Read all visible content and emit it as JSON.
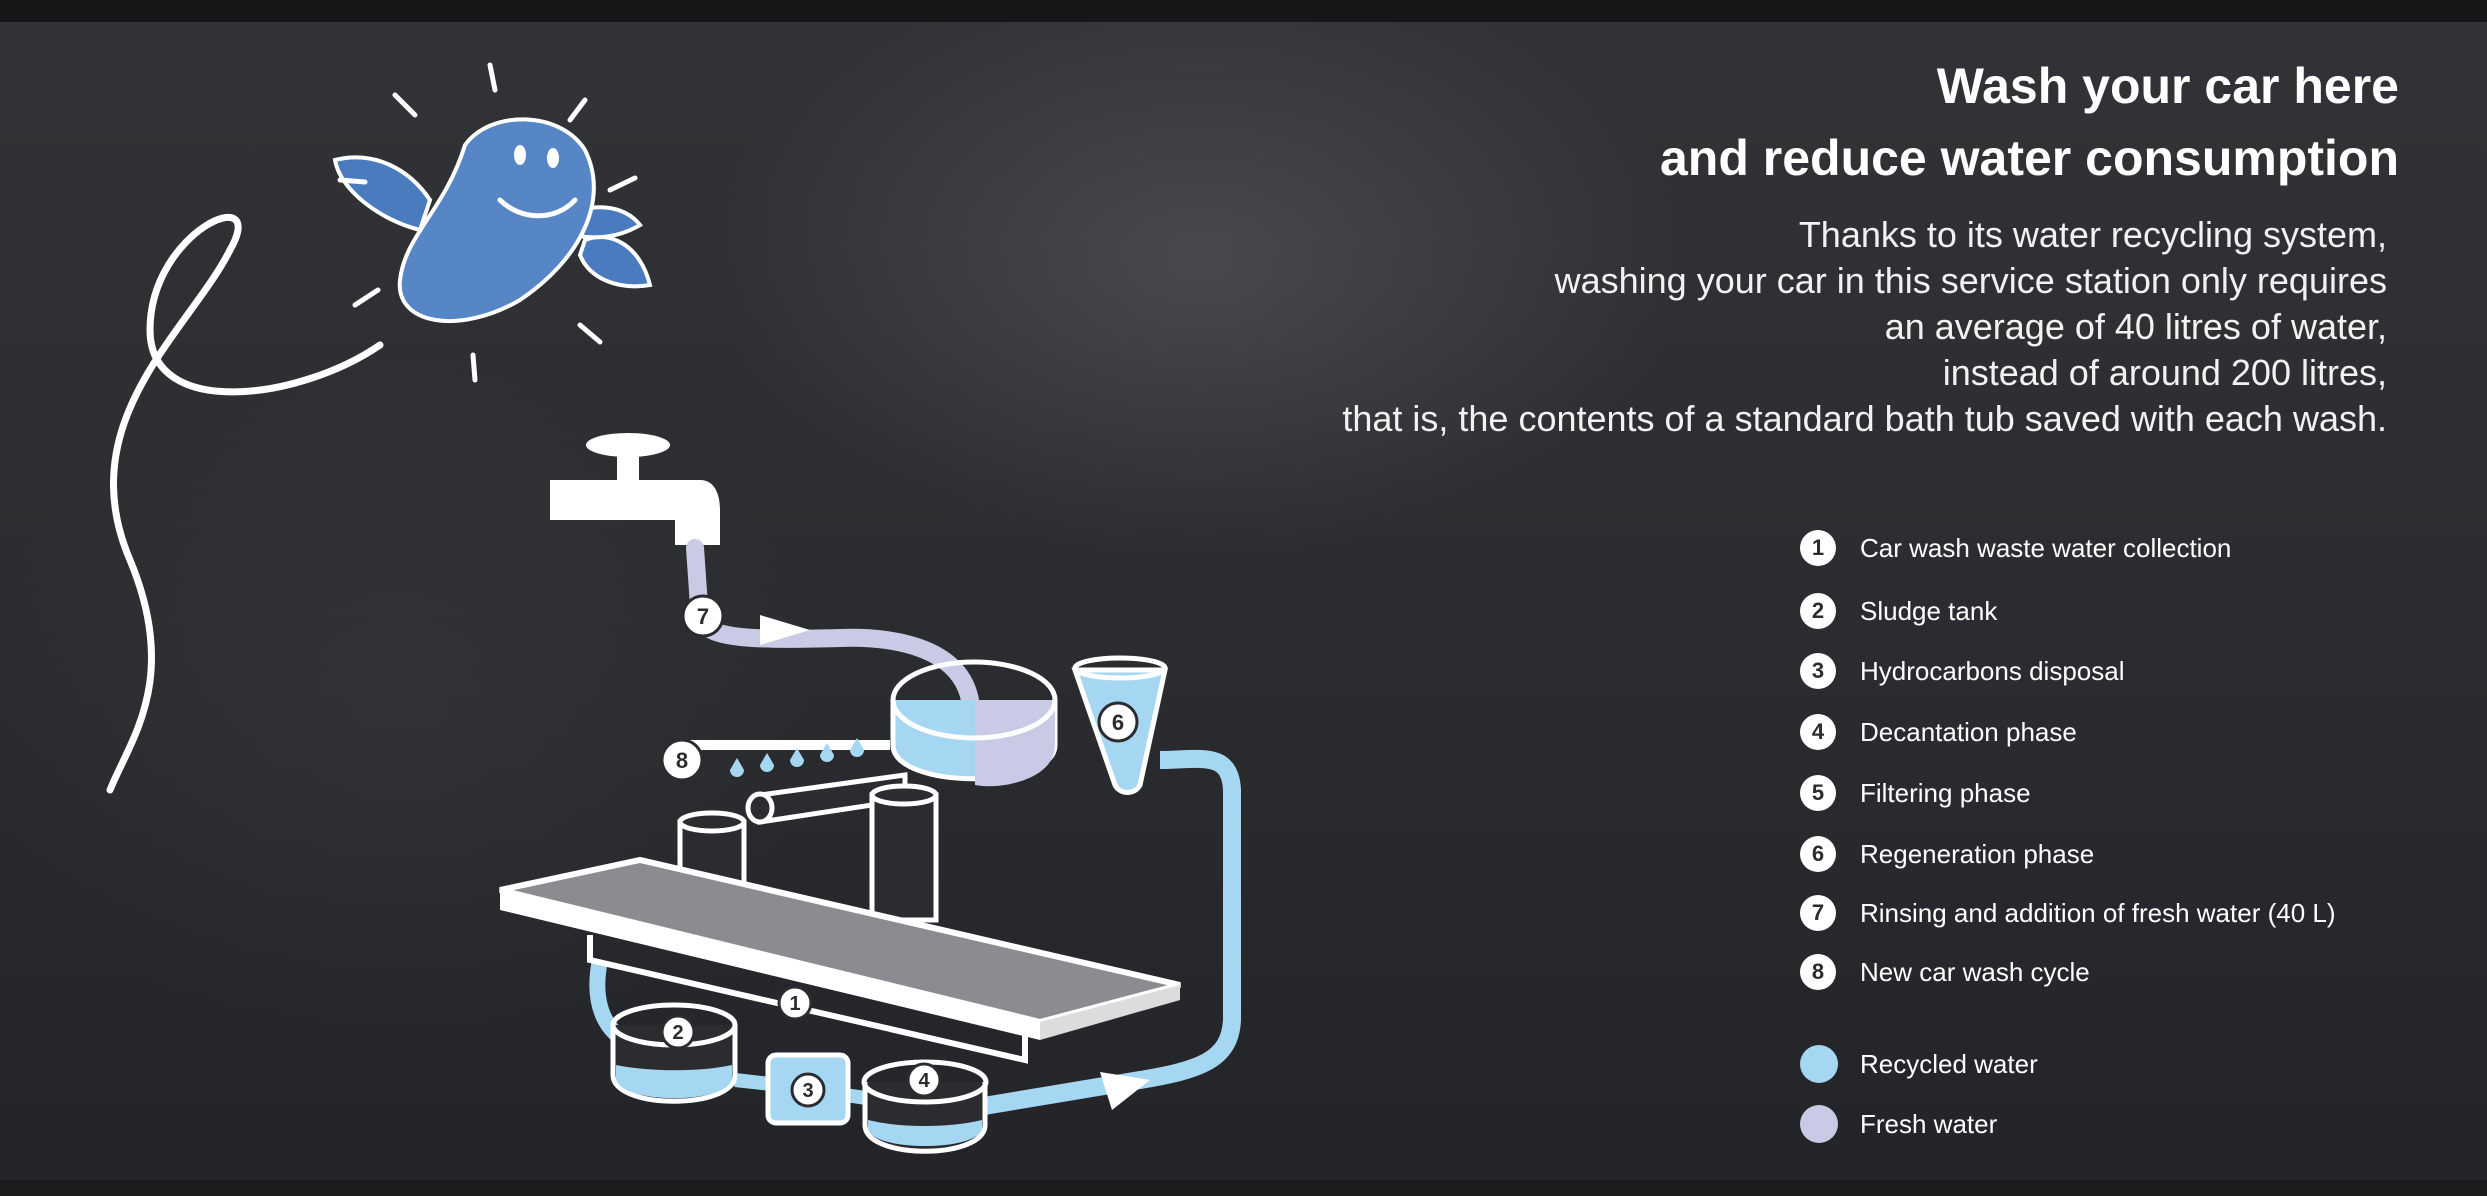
{
  "title": {
    "line1": "Wash your car here",
    "line2": "and reduce water consumption"
  },
  "subtitle": {
    "line1": "Thanks to its water recycling system,",
    "line2": "washing your car in this service station only requires",
    "line3": "an average of 40 litres of water,",
    "line4": "instead of around 200 litres,",
    "line5": "that is, the contents of a standard bath tub saved with each wash."
  },
  "legend": {
    "steps": [
      {
        "num": "1",
        "label": "Car wash waste water collection"
      },
      {
        "num": "2",
        "label": "Sludge tank"
      },
      {
        "num": "3",
        "label": "Hydrocarbons disposal"
      },
      {
        "num": "4",
        "label": "Decantation phase"
      },
      {
        "num": "5",
        "label": "Filtering phase"
      },
      {
        "num": "6",
        "label": "Regeneration phase"
      },
      {
        "num": "7",
        "label": "Rinsing and addition of fresh water (40 L)"
      },
      {
        "num": "8",
        "label": "New car wash cycle"
      }
    ],
    "water_types": [
      {
        "label": "Recycled water",
        "color": "#a6d7f2"
      },
      {
        "label": "Fresh water",
        "color": "#c9cbe6"
      }
    ]
  },
  "diagram": {
    "labels": {
      "n1": "1",
      "n2": "2",
      "n3": "3",
      "n4": "4",
      "n6": "6",
      "n7": "7",
      "n8": "8"
    },
    "icons": [
      "water-drop-mascot-icon",
      "faucet-icon",
      "flow-arrow-icon"
    ]
  },
  "colors": {
    "background": "#2b2c2f",
    "recycled_water": "#a6d7f2",
    "fresh_water": "#c9cbe6",
    "mascot_blue": "#4a7bbf",
    "outline": "#ffffff"
  }
}
